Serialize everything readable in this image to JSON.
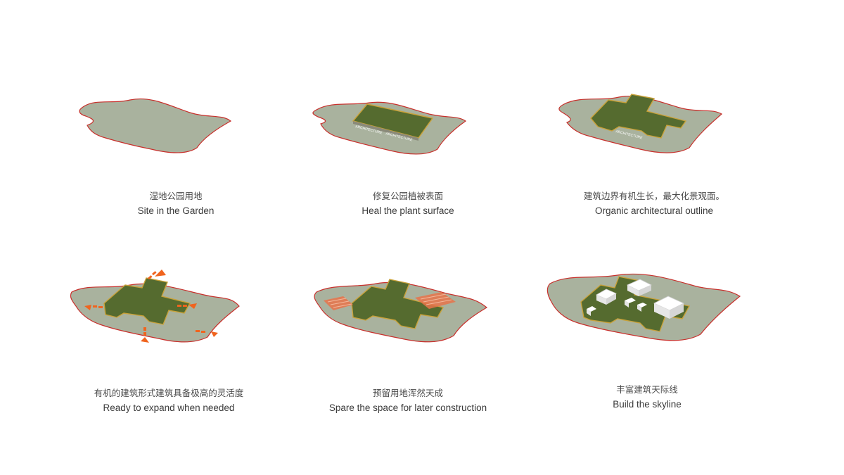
{
  "colors": {
    "site_fill": "#a9b29e",
    "site_edge": "#c8302c",
    "roof_green": "#556b2f",
    "roof_edge": "#c9a23a",
    "expand_orange": "#f0641e",
    "reserve_orange": "#e8734a",
    "building_white": "#f4f4f4"
  },
  "steps": [
    {
      "zh": "湿地公园用地",
      "en": "Site in the Garden"
    },
    {
      "zh": "修复公园植被表面",
      "en": "Heal the plant surface"
    },
    {
      "zh": "建筑边界有机生长，最大化景观面。",
      "en": "Organic architectural outline"
    },
    {
      "zh": "有机的建筑形式建筑具备极高的灵活度",
      "en": "Ready to expand when needed"
    },
    {
      "zh": "预留用地浑然天成",
      "en": "Spare the space for later construction"
    },
    {
      "zh": "丰富建筑天际线",
      "en": "Build the skyline"
    }
  ],
  "facade_text": "ARCHITECTURE"
}
